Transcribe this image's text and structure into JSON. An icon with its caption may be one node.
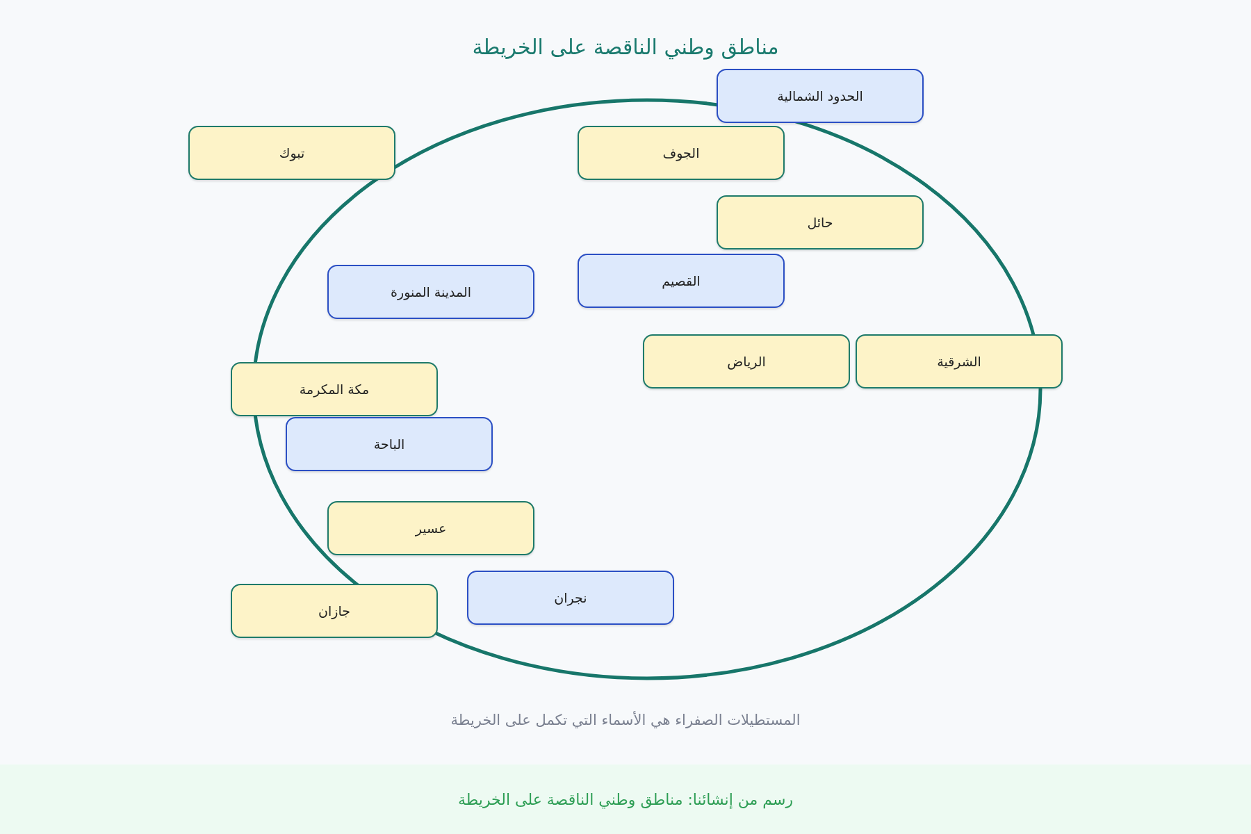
{
  "diagram": {
    "title": "مناطق وطني الناقصة على الخريطة",
    "nodes": [
      {
        "text": [
          "الحدود الشمالية"
        ]
      },
      {
        "text": [
          "تبوك"
        ]
      },
      {
        "text": [
          "الجوف"
        ]
      },
      {
        "text": [
          "حائل"
        ]
      },
      {
        "text": [
          "القصيم"
        ]
      },
      {
        "text": [
          "المدينة المنورة"
        ]
      },
      {
        "text": [
          "الرياض"
        ]
      },
      {
        "text": [
          "الشرقية"
        ]
      },
      {
        "text": [
          "مكة المكرمة"
        ]
      },
      {
        "text": [
          "الباحة"
        ]
      },
      {
        "text": [
          "عسير"
        ]
      },
      {
        "text": [
          "نجران"
        ]
      },
      {
        "text": [
          "جازان"
        ]
      }
    ],
    "caption": "المستطيلات الصفراء هي الأسماء التي تكمل على الخريطة",
    "labels": [
      "رسم من إنشائنا: مناطق وطني الناقصة على الخريطة"
    ]
  }
}
